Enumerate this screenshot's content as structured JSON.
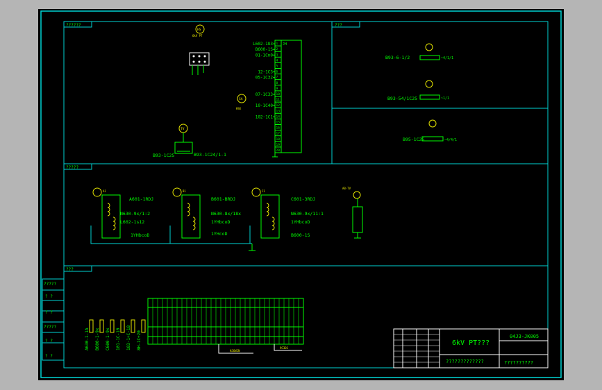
{
  "colors": {
    "background": "#000000",
    "frame": "#00d4d4",
    "wire": "#00ff00",
    "text": "#00ff00",
    "device": "#e6e600",
    "white": "#ffffff",
    "surround": "#b5b5b5"
  },
  "sections": {
    "top_left_label": "??????",
    "top_right_label": "???",
    "middle_label": "?????",
    "bottom_label": "???"
  },
  "top_left": {
    "device1_tag": "HS",
    "device1_caption": "6kV PT",
    "device2_tag": "SA",
    "device2_caption": "HSE",
    "device3_tag": "TV",
    "terminal_header": "JH",
    "terminal_numbers": [
      "1",
      "2",
      "3",
      "4",
      "5",
      "6",
      "7",
      "8",
      "9",
      "10",
      "11",
      "12",
      "13",
      "14",
      "15",
      "16",
      "17",
      "18",
      "19",
      "20"
    ],
    "labels": [
      {
        "text": "L602-1U3",
        "row": 0
      },
      {
        "text": "B600-1S",
        "row": 1
      },
      {
        "text": "01-1Cn0",
        "row": 2
      },
      {
        "text": "12-1C3",
        "row": 5
      },
      {
        "text": "05-1C32",
        "row": 6
      },
      {
        "text": "07-1C33",
        "row": 9
      },
      {
        "text": "10-1C40",
        "row": 11
      },
      {
        "text": "102-1C1",
        "row": 13
      }
    ],
    "bottom_text_left": "B93-1C25",
    "bottom_text_right": "B93-1C24/1-1"
  },
  "top_right": {
    "row1_text": "B93-6-1/2",
    "row1_tail": "~4/1/1",
    "row2_text": "B93-54/1C25",
    "row2_tail": "~1/1",
    "row3_text": "B95-1C26",
    "row3_tail": "~4/4/1"
  },
  "middle": {
    "groups": [
      {
        "tag": "A1",
        "l1": "A601-1RDJ",
        "l2": "N630-9x/1:2",
        "l3": "L602-1s12",
        "l4": "1YHbcoD"
      },
      {
        "tag": "B1",
        "l1": "B601-BRDJ",
        "l2": "N630-8x/18x",
        "l3": "1YHbcoD",
        "l4": "1YHcoD"
      },
      {
        "tag": "C1",
        "l1": "C601-3RDJ",
        "l2": "N630-9x/11:1",
        "l3": "1YHbcoD",
        "l4": "B600-1S"
      }
    ],
    "meter_tag": "AB-TV"
  },
  "left_strip": [
    "?????",
    "? ?",
    "? ?",
    "?????",
    "? ?",
    "? ?"
  ],
  "bottom": {
    "vertical_labels": [
      "A630-1-1A",
      "B600-1-9x",
      "C600-1-9x",
      "101-1C-10",
      "103-1+C-18",
      "8H-1C+20"
    ],
    "caption_left": "HJ6W2N",
    "caption_right": "9C301"
  },
  "title_block": {
    "title": "6kV PT???",
    "drawing_no": "04J3-JK005",
    "company": "?????????????",
    "sheet_name": "??????????"
  }
}
